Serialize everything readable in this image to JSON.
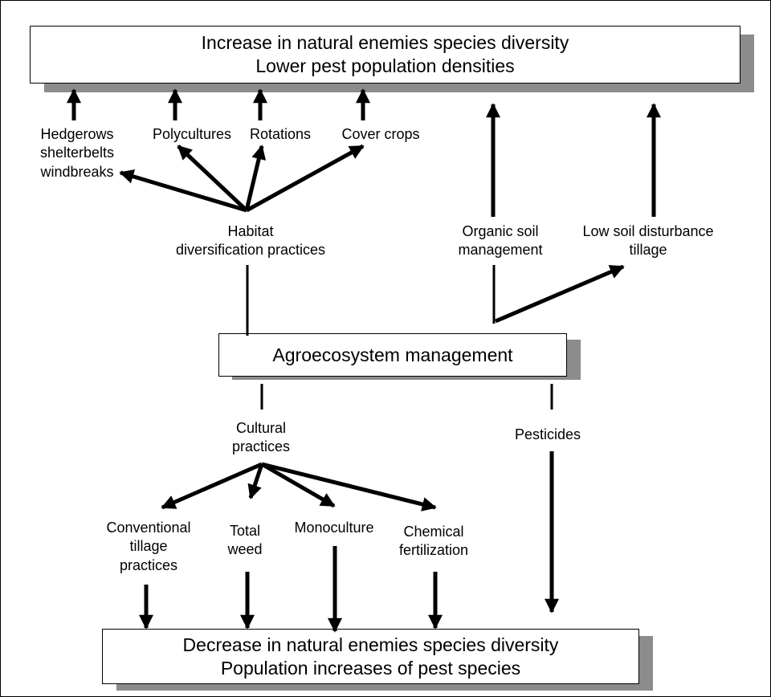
{
  "top_box": {
    "line1": "Increase in natural enemies species diversity",
    "line2": "Lower pest population densities"
  },
  "middle_box": {
    "label": "Agroecosystem management"
  },
  "bottom_box": {
    "line1": "Decrease in natural enemies species diversity",
    "line2": "Population increases of pest species"
  },
  "habitat_practices": {
    "label_lines": [
      "Habitat",
      "diversification practices"
    ],
    "items": [
      {
        "lines": [
          "Hedgerows",
          "shelterbelts",
          "windbreaks"
        ]
      },
      {
        "lines": [
          "Polycultures"
        ]
      },
      {
        "lines": [
          "Rotations"
        ]
      },
      {
        "lines": [
          "Cover crops"
        ]
      }
    ]
  },
  "organic_soil": {
    "lines": [
      "Organic soil",
      "management"
    ]
  },
  "low_tillage": {
    "lines": [
      "Low soil disturbance",
      "tillage"
    ]
  },
  "cultural_practices": {
    "label_lines": [
      "Cultural",
      "practices"
    ],
    "items": [
      {
        "lines": [
          "Conventional",
          "tillage",
          "practices"
        ]
      },
      {
        "lines": [
          "Total",
          "weed"
        ]
      },
      {
        "lines": [
          "Monoculture"
        ]
      },
      {
        "lines": [
          "Chemical",
          "fertilization"
        ]
      }
    ]
  },
  "pesticides": {
    "label": "Pesticides"
  }
}
